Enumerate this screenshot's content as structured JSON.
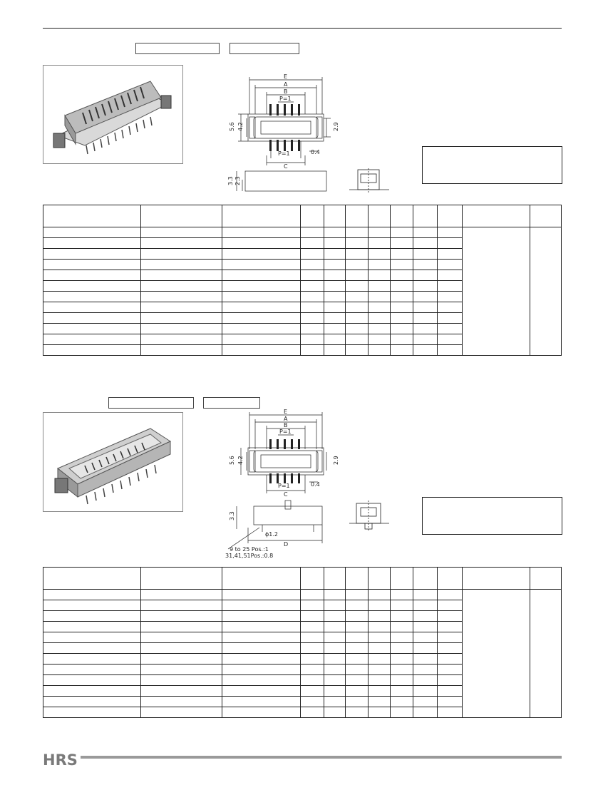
{
  "section1": {
    "dims": {
      "e": "E",
      "a": "A",
      "b": "B",
      "p_top": "P=1",
      "h1": "5.6",
      "h2": "4.2",
      "h3": "2.9",
      "p_bottom": "P=1",
      "gap": "0.4",
      "c": "C",
      "side1": "3.3",
      "side2": "2.3"
    }
  },
  "section2": {
    "dims": {
      "e": "E",
      "a": "A",
      "b": "B",
      "p_top": "P=1",
      "h1": "5.6",
      "h2": "4.2",
      "h3": "2.9",
      "p_bottom": "P=1",
      "gap": "0.4",
      "c": "C",
      "side1": "3.3",
      "dia": "ϕ1.2",
      "d": "D",
      "note1": "9 to 25 Pos.:1",
      "note2": "31,41,51Pos.:0.8"
    }
  },
  "table": {
    "columns": 12,
    "data_rows": 12
  },
  "brand": {
    "logo_text": "HRS"
  },
  "colors": {
    "line": "#222222",
    "footer_bar": "#9a9a9a",
    "logo": "#7a7a7a"
  }
}
